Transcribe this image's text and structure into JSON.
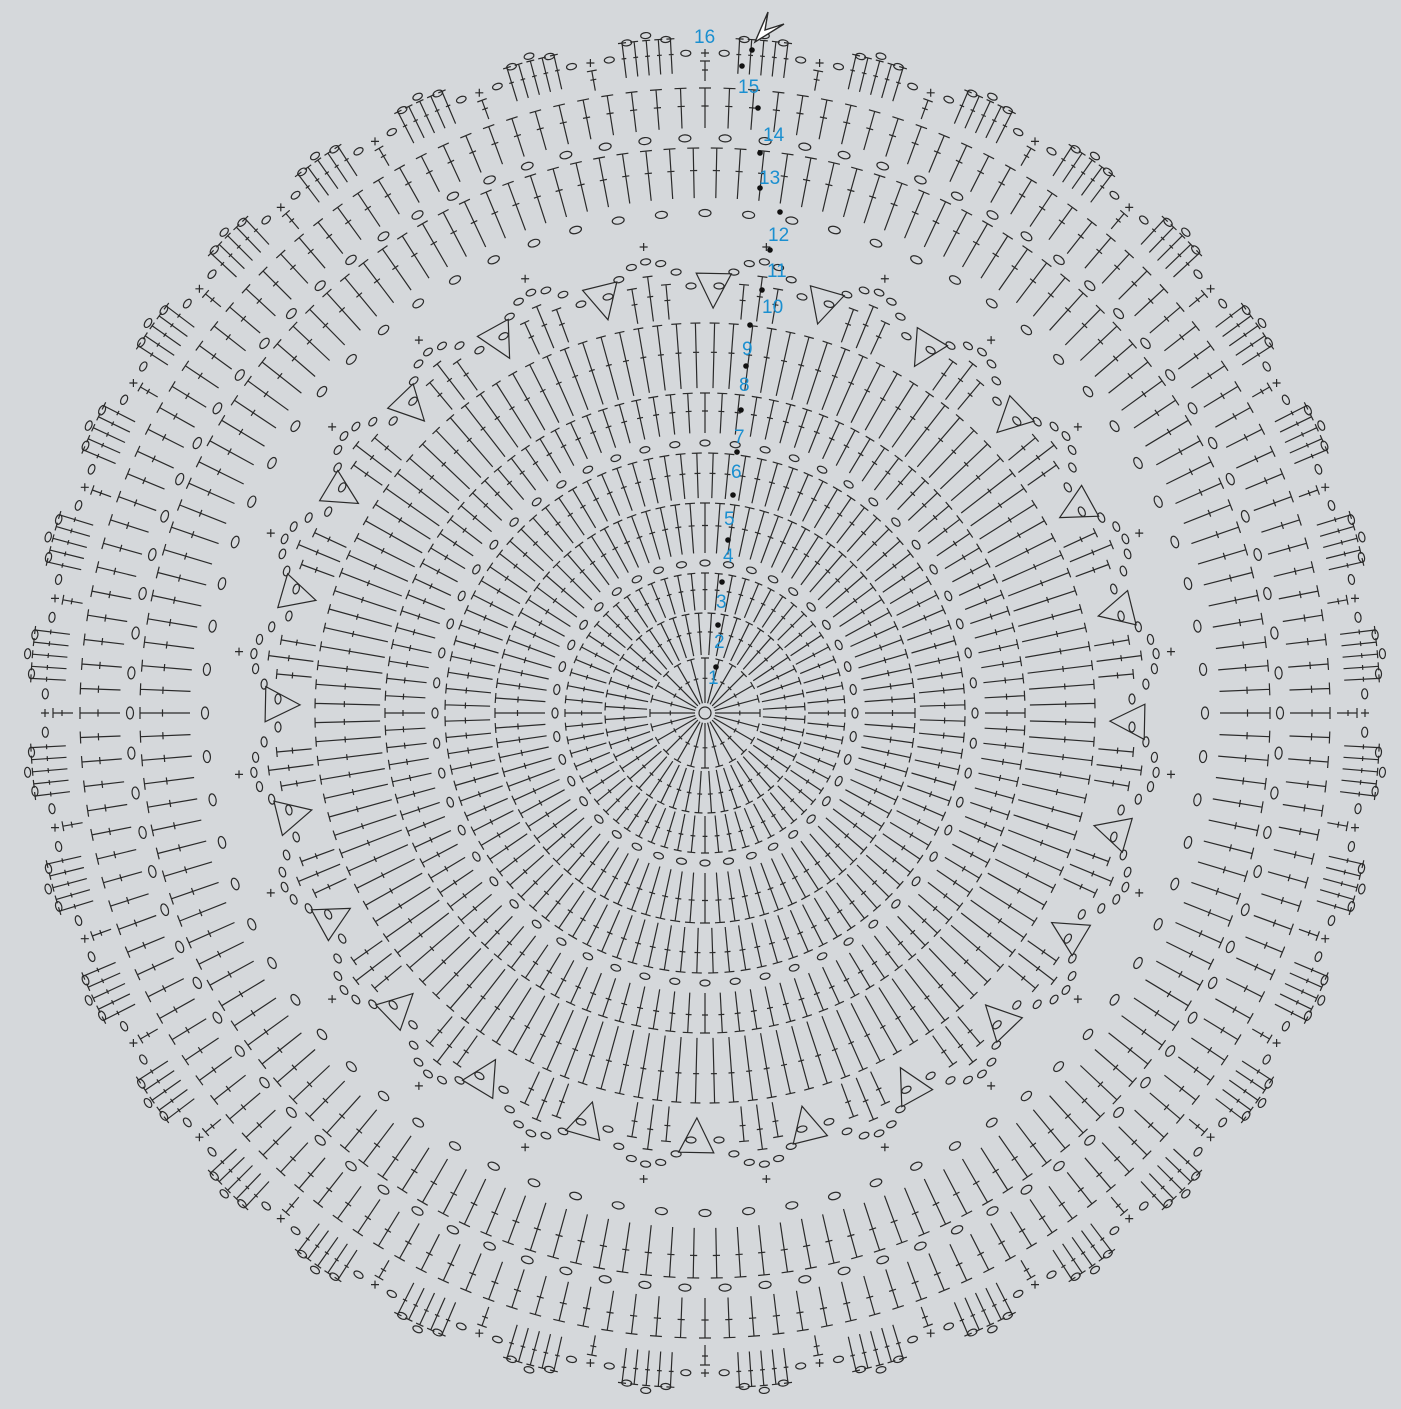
{
  "diagram": {
    "type": "crochet-doily-chart",
    "colors": {
      "background": "#d5d8db",
      "stitches": "#2a2a2a",
      "round_numbers": "#1a8fd0",
      "slip_stitch_dots": "#111111"
    },
    "round_labels": [
      "1",
      "2",
      "3",
      "4",
      "5",
      "6",
      "7",
      "8",
      "9",
      "10",
      "11",
      "12",
      "13",
      "14",
      "15",
      "16"
    ],
    "icons": {
      "start_marker": "arrowhead-icon",
      "chain": "chain-oval-icon",
      "double_crochet": "dc-tee-icon",
      "single_crochet": "sc-cross-icon",
      "slip_stitch": "slip-dot-icon"
    }
  }
}
